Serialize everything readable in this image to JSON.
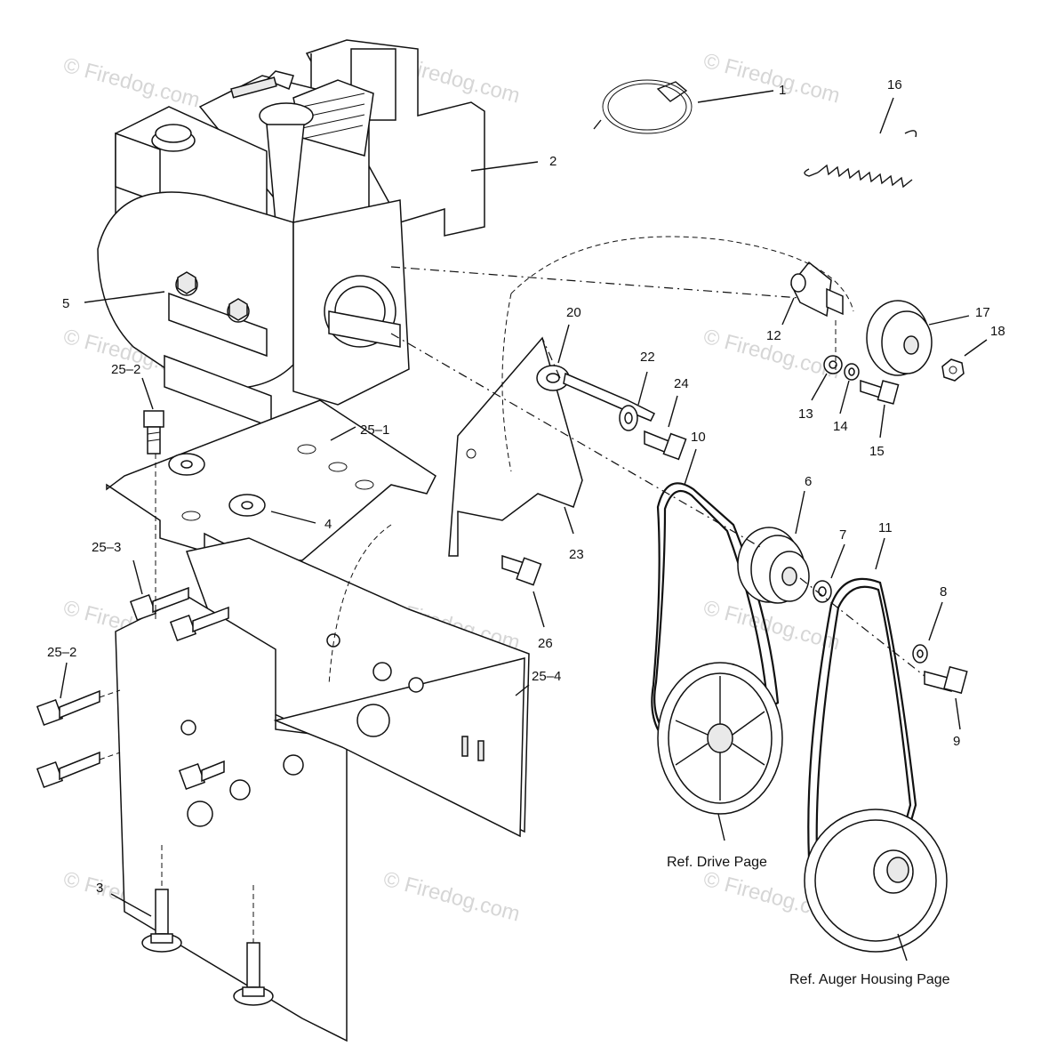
{
  "watermark": "© Firedog.com",
  "callouts": {
    "c1": "1",
    "c2": "2",
    "c3": "3",
    "c4": "4",
    "c5": "5",
    "c6": "6",
    "c7": "7",
    "c8": "8",
    "c9": "9",
    "c10": "10",
    "c11": "11",
    "c12": "12",
    "c13": "13",
    "c14": "14",
    "c15": "15",
    "c16": "16",
    "c17": "17",
    "c18": "18",
    "c20": "20",
    "c22": "22",
    "c23": "23",
    "c24": "24",
    "c26": "26",
    "c25_1": "25–1",
    "c25_2a": "25–2",
    "c25_2b": "25–2",
    "c25_3": "25–3",
    "c25_4": "25–4"
  },
  "references": {
    "drive": "Ref. Drive Page",
    "auger": "Ref. Auger Housing Page"
  }
}
